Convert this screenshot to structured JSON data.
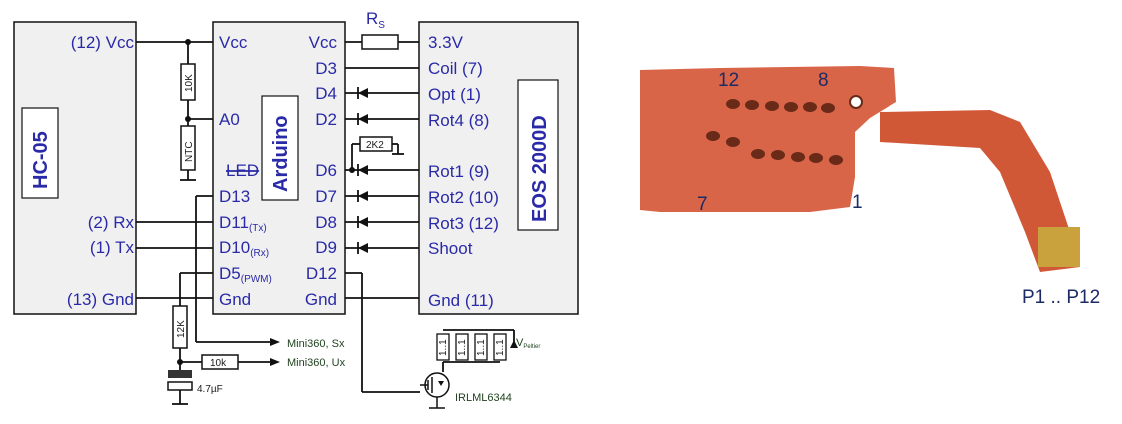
{
  "hc05": {
    "title": "HC-05",
    "pins": {
      "vcc": "(12) Vcc",
      "rx": "(2)  Rx",
      "tx": "(1)  Tx",
      "gnd": "(13) Gnd"
    }
  },
  "arduino": {
    "title": "Arduino",
    "left_pins": {
      "vcc": "Vcc",
      "a0": "A0",
      "led": "LED",
      "d13": "D13",
      "d11": "D11",
      "d11_sub": "(Tx)",
      "d10": "D10",
      "d10_sub": "(Rx)",
      "d5": "D5",
      "d5_sub": "(PWM)",
      "gnd": "Gnd"
    },
    "right_pins": {
      "vcc": "Vcc",
      "d3": "D3",
      "d4": "D4",
      "d2": "D2",
      "d6": "D6",
      "d7": "D7",
      "d8": "D8",
      "d9": "D9",
      "d12": "D12",
      "gnd": "Gnd"
    }
  },
  "eos": {
    "title": "EOS 2000D",
    "pins": {
      "v33": "3.3V",
      "coil": "Coil (7)",
      "opt": "Opt (1)",
      "rot4": "Rot4 (8)",
      "rot1": "Rot1 (9)",
      "rot2": "Rot2 (10)",
      "rot3": "Rot3 (12)",
      "shoot": "Shoot",
      "gnd": "Gnd (11)"
    }
  },
  "components": {
    "rs_label": "R",
    "rs_sub": "S",
    "r10k_vert": "10K",
    "ntc": "NTC",
    "r2k2": "2K2",
    "r12k": "12K",
    "r10k_horiz": "10k",
    "cap": "4.7µF",
    "mosfet": "IRLML6344",
    "r_top": "1..1",
    "vpeltier": "V",
    "vpeltier_sub": "Peltier",
    "mini_sx": "Mini360, Sx",
    "mini_ux": "Mini360, Ux"
  },
  "photo": {
    "pin12": "12",
    "pin8": "8",
    "pin7": "7",
    "pin1": "1",
    "caption": "P1 .. P12"
  },
  "colors": {
    "label": "#2a2aa8",
    "flex_cable": "#d9552f",
    "box_fill": "#f0f0f0"
  }
}
